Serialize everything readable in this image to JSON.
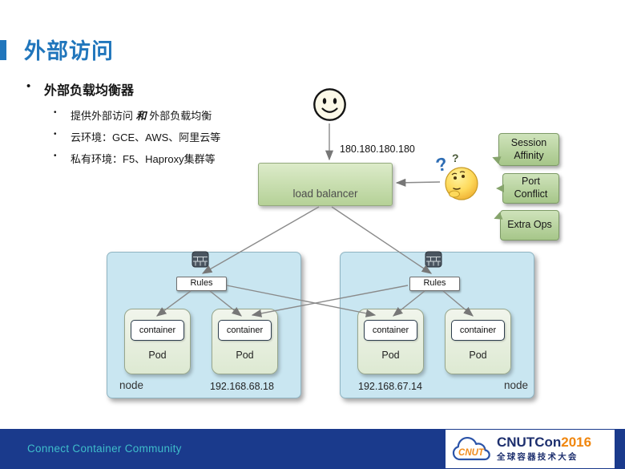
{
  "slide": {
    "title": "外部访问",
    "bullets": {
      "level1": "外部负载均衡器",
      "sub0_pre": "提供外部访问 ",
      "sub0_em": "和",
      "sub0_post": " 外部负载均衡",
      "sub1": "云环境：GCE、AWS、阿里云等",
      "sub2": "私有环境：F5、Haproxy集群等"
    }
  },
  "diagram": {
    "client_ip": "180.180.180.180",
    "load_balancer": "load balancer",
    "question_mark_big": "?",
    "question_mark_small": "?",
    "callouts": [
      "Session Affinity",
      "Port Conflict",
      "Extra Ops"
    ],
    "rules_label": "Rules",
    "container_label": "container",
    "pod_label": "Pod",
    "node_label": "node",
    "nodes": [
      {
        "ip": "192.168.68.18"
      },
      {
        "ip": "192.168.67.14"
      }
    ]
  },
  "footer": {
    "community": "Connect Container Community",
    "logo": {
      "cloud_text": "CNUT",
      "brand": "CNUTCon",
      "year": "2016",
      "subtitle": "全球容器技术大会"
    }
  }
}
